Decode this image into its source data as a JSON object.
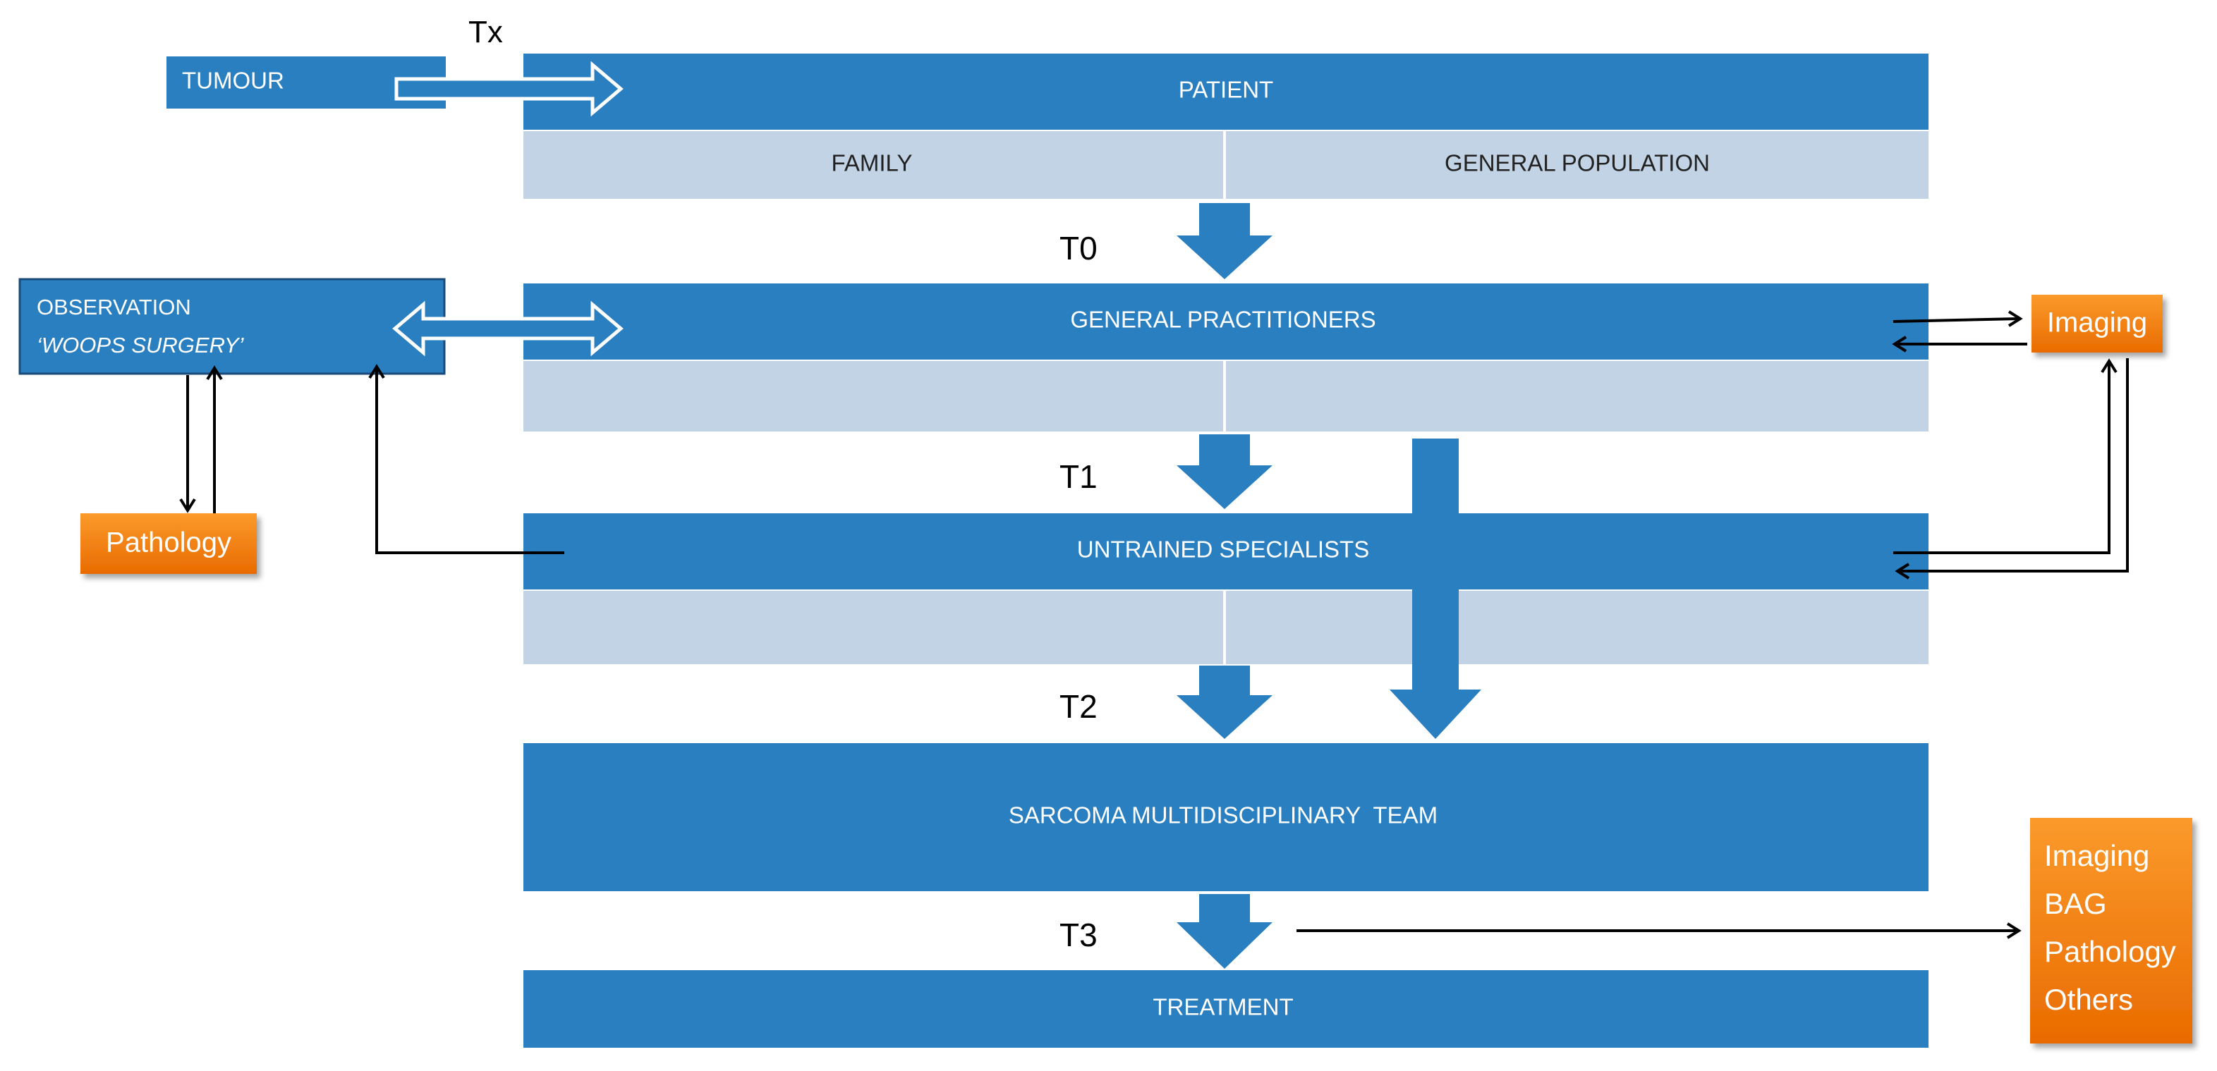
{
  "diagram": {
    "boxes": {
      "tumour": "TUMOUR",
      "patient": "PATIENT",
      "family": "FAMILY",
      "general_population": "GENERAL POPULATION",
      "general_practitioners": "GENERAL PRACTITIONERS",
      "untrained_specialists": "UNTRAINED SPECIALISTS",
      "sarcoma_mdt": "SARCOMA MULTIDISCIPLINARY  TEAM",
      "treatment": "TREATMENT",
      "observation_line1": "OBSERVATION",
      "observation_line2": "‘WOOPS SURGERY’",
      "imaging": "Imaging",
      "pathology": "Pathology",
      "resources": [
        "Imaging",
        "BAG",
        "Pathology",
        "Others"
      ]
    },
    "stages": {
      "tx": "Tx",
      "t0": "T0",
      "t1": "T1",
      "t2": "T2",
      "t3": "T3"
    },
    "colors": {
      "box_blue": "#2a7fc0",
      "light_band": "#c2d3e6",
      "orange": "#f57f13",
      "arrow_blue": "#2a7fc0",
      "line": "#000000",
      "text_white": "#ffffff",
      "text_dark": "#222222"
    }
  }
}
